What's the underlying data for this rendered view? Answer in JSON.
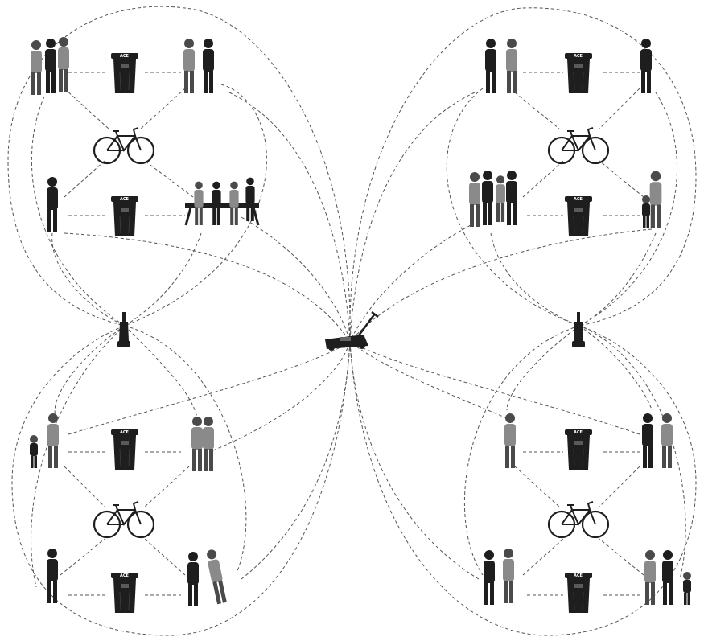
{
  "diagram": {
    "colors": {
      "background": "#ffffff",
      "edge": "#555555",
      "ink": "#1e1e1e"
    },
    "bin_logo_text": "ACE",
    "center_node": {
      "icon": "lawn-mower-icon"
    },
    "quadrants": [
      {
        "id": "top-left",
        "hub_icon": "bike-icon",
        "extra_hub": "none"
      },
      {
        "id": "top-right",
        "hub_icon": "bike-icon",
        "extra_hub": "none"
      },
      {
        "id": "bottom-left",
        "hub_icon": "bike-icon",
        "extra_hub": "vacuum-icon"
      },
      {
        "id": "bottom-right",
        "hub_icon": "bike-icon",
        "extra_hub": "vacuum-icon"
      }
    ],
    "node_icons": [
      "people-group-icon",
      "trash-bin-icon",
      "bike-icon",
      "vacuum-cleaner-icon",
      "lawn-mower-icon",
      "picnic-table-icon"
    ]
  }
}
